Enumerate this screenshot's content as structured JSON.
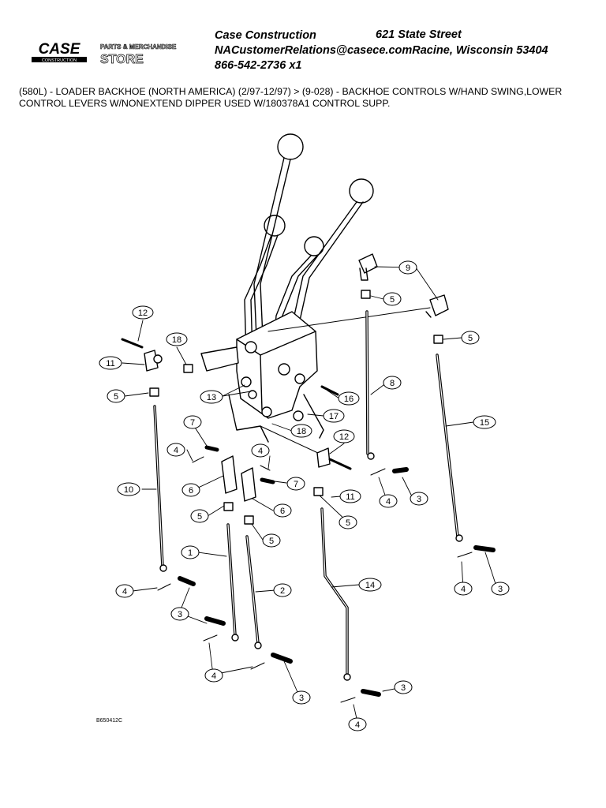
{
  "header": {
    "logo_text": "CASE",
    "logo_sub": "CONSTRUCTION",
    "store_line1": "PARTS & MERCHANDISE",
    "store_line2": "STORE",
    "company_name": "Case Construction",
    "street": "621 State Street",
    "email": "NACustomerRelations@casece.com",
    "city": "Racine, Wisconsin 53404",
    "phone": "866-542-2736 x1"
  },
  "document": {
    "title": "(580L) - LOADER BACKHOE (NORTH AMERICA) (2/97-12/97) > (9-028) - BACKHOE CONTROLS W/HAND SWING,LOWER CONTROL LEVERS W/NONEXTEND DIPPER USED W/180378A1 CONTROL SUPP."
  },
  "diagram": {
    "figure_code": "B650412C",
    "callouts": {
      "c9": "9",
      "c5a": "5",
      "c5b": "5",
      "c12a": "12",
      "c18a": "18",
      "c11a": "11",
      "c13": "13",
      "c5c": "5",
      "c16": "16",
      "c8": "8",
      "c17": "17",
      "c18b": "18",
      "c15": "15",
      "c7a": "7",
      "c12b": "12",
      "c4a": "4",
      "c10": "10",
      "c6a": "6",
      "c4b": "4",
      "c7b": "7",
      "c6b": "6",
      "c11b": "11",
      "c4c": "4",
      "c3a": "3",
      "c5d": "5",
      "c5e": "5",
      "c5f": "5",
      "c1": "1",
      "c2": "2",
      "c14": "14",
      "c4d": "4",
      "c3b": "3",
      "c4e": "4",
      "c3c": "3",
      "c3d": "3",
      "c4f": "4",
      "c3e": "3",
      "c4g": "4"
    }
  }
}
